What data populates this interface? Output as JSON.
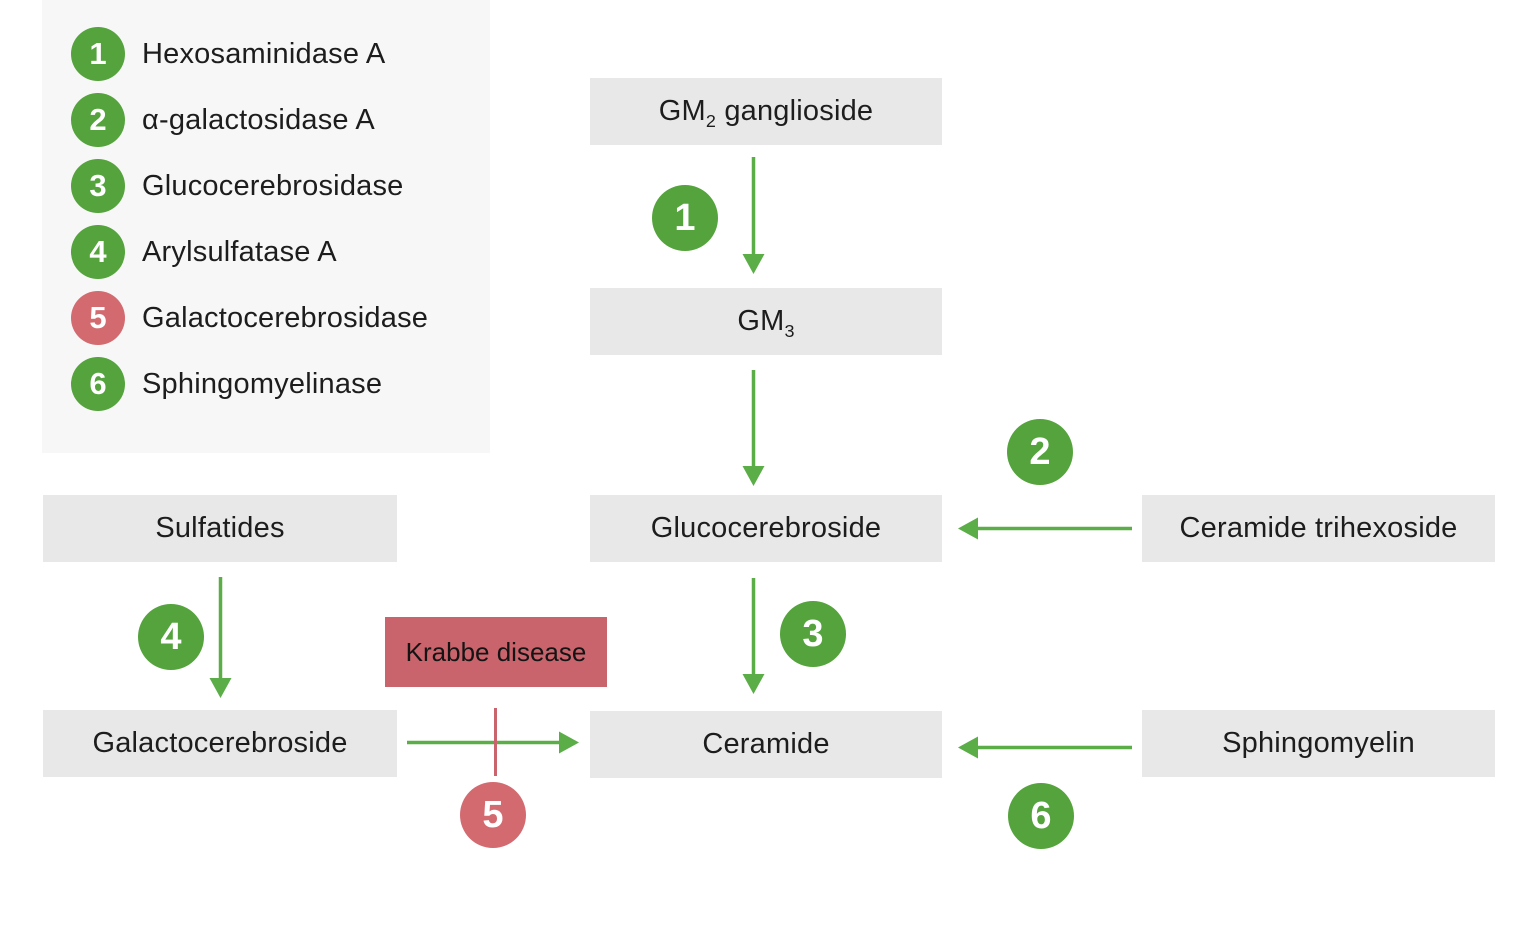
{
  "colors": {
    "green": "#54a33c",
    "arrow": "#5aad47",
    "red": "#d26a70",
    "krabbe": "#c9646c",
    "box": "#e8e8e8",
    "legendBg": "#f7f7f7",
    "text": "#1d1d1d"
  },
  "legend": {
    "items": [
      {
        "number": "1",
        "label": "Hexosaminidase A",
        "color": "green"
      },
      {
        "number": "2",
        "label": "α-galactosidase A",
        "color": "green"
      },
      {
        "number": "3",
        "label": "Glucocerebrosidase",
        "color": "green"
      },
      {
        "number": "4",
        "label": "Arylsulfatase A",
        "color": "green"
      },
      {
        "number": "5",
        "label": "Galactocerebrosidase",
        "color": "red"
      },
      {
        "number": "6",
        "label": "Sphingomyelinase",
        "color": "green"
      }
    ]
  },
  "nodes": {
    "gm2": {
      "prefix": "GM",
      "sub": "2",
      "suffix": " ganglioside"
    },
    "gm3": {
      "prefix": "GM",
      "sub": "3",
      "suffix": ""
    },
    "glucocerebroside": {
      "label": "Glucocerebroside"
    },
    "ceramide": {
      "label": "Ceramide"
    },
    "sulfatides": {
      "label": "Sulfatides"
    },
    "galactocerebroside": {
      "label": "Galactocerebroside"
    },
    "ceramideTrihexoside": {
      "label": "Ceramide trihexoside"
    },
    "sphingomyelin": {
      "label": "Sphingomyelin"
    }
  },
  "annotations": {
    "krabbe": {
      "label": "Krabbe disease"
    }
  }
}
